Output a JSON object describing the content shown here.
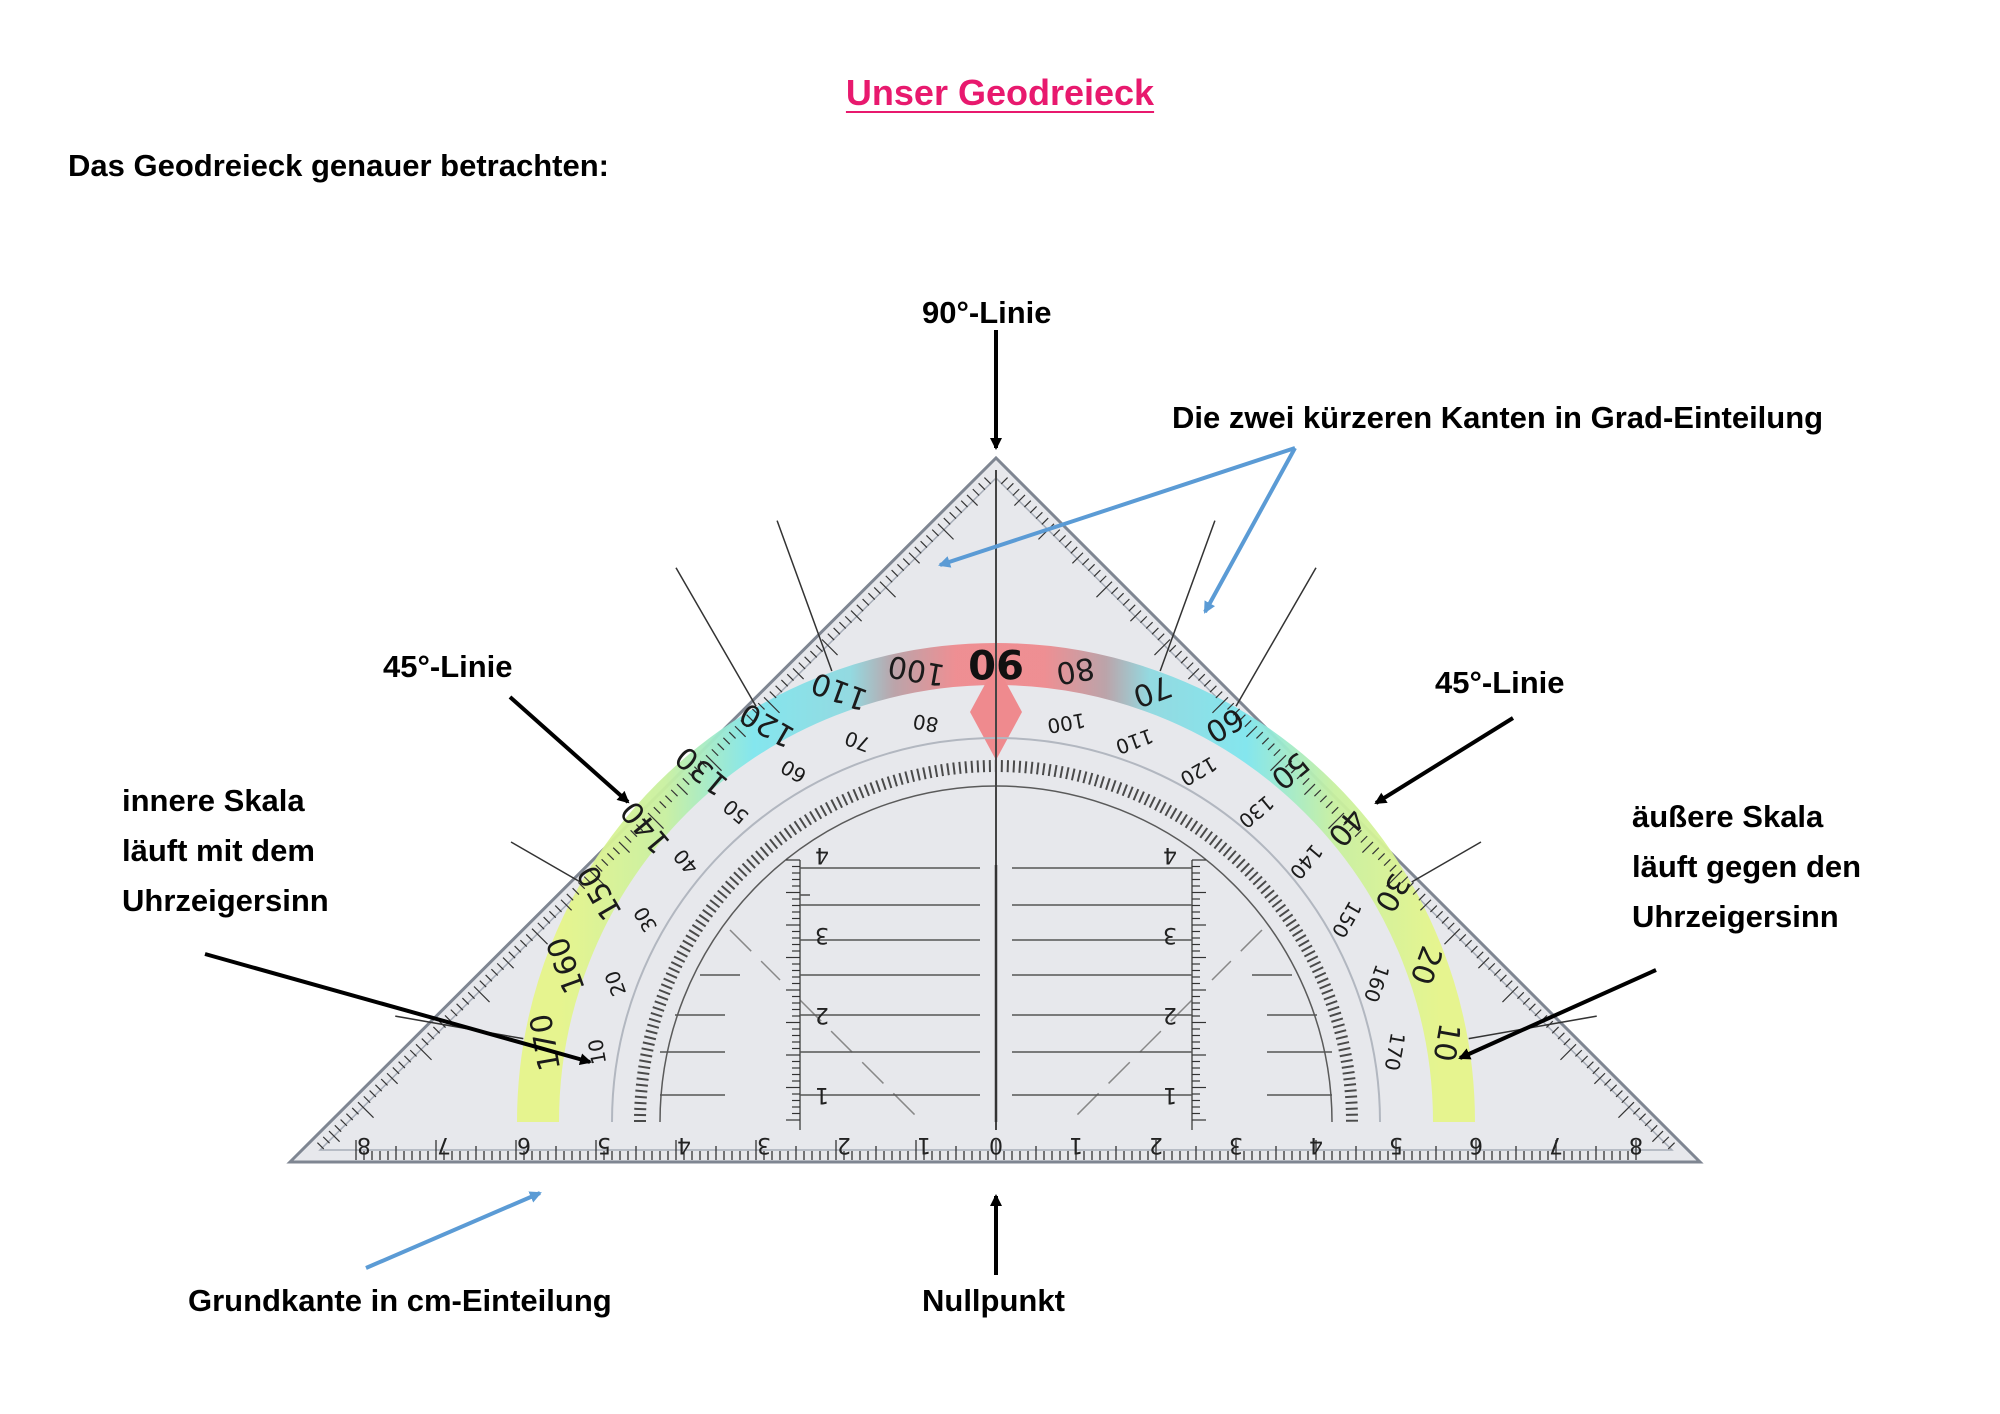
{
  "title": "Unser Geodreieck",
  "subtitle": "Das Geodreieck genauer betrachten:",
  "labels": {
    "ninety_line": "90°-Linie",
    "short_edges": "Die zwei kürzeren Kanten in Grad-Einteilung",
    "left_45": "45°-Linie",
    "right_45": "45°-Linie",
    "inner_scale": [
      "innere Skala",
      "läuft mit dem",
      "Uhrzeigersinn"
    ],
    "outer_scale": [
      "äußere Skala",
      "läuft gegen den",
      "Uhrzeigersinn"
    ],
    "base_edge": "Grundkante in cm-Einteilung",
    "zero_point": "Nullpunkt"
  },
  "ruler": {
    "base_numbers": [
      "8",
      "7",
      "6",
      "5",
      "4",
      "3",
      "2",
      "1",
      "0",
      "1",
      "2",
      "3",
      "4",
      "5",
      "6",
      "7",
      "8"
    ],
    "grid_numbers": [
      "1",
      "2",
      "3",
      "4"
    ],
    "outer_degrees": [
      "10",
      "20",
      "30",
      "40",
      "50",
      "60",
      "70",
      "80",
      "90",
      "100",
      "110",
      "120",
      "130",
      "140",
      "150",
      "160",
      "170"
    ],
    "inner_degrees_left": [
      "10",
      "20",
      "30",
      "40",
      "50",
      "60",
      "70",
      "80"
    ],
    "inner_degrees_right": [
      "100",
      "110",
      "120",
      "130",
      "140",
      "150",
      "160",
      "170"
    ]
  },
  "colors": {
    "title": "#e8196e",
    "annotation_blue": "#5b9bd5",
    "annotation_black": "#000000",
    "arc_red": "#ef8a8e",
    "arc_cyan": "#7fe6ee",
    "arc_yellow": "#e6f58a"
  }
}
